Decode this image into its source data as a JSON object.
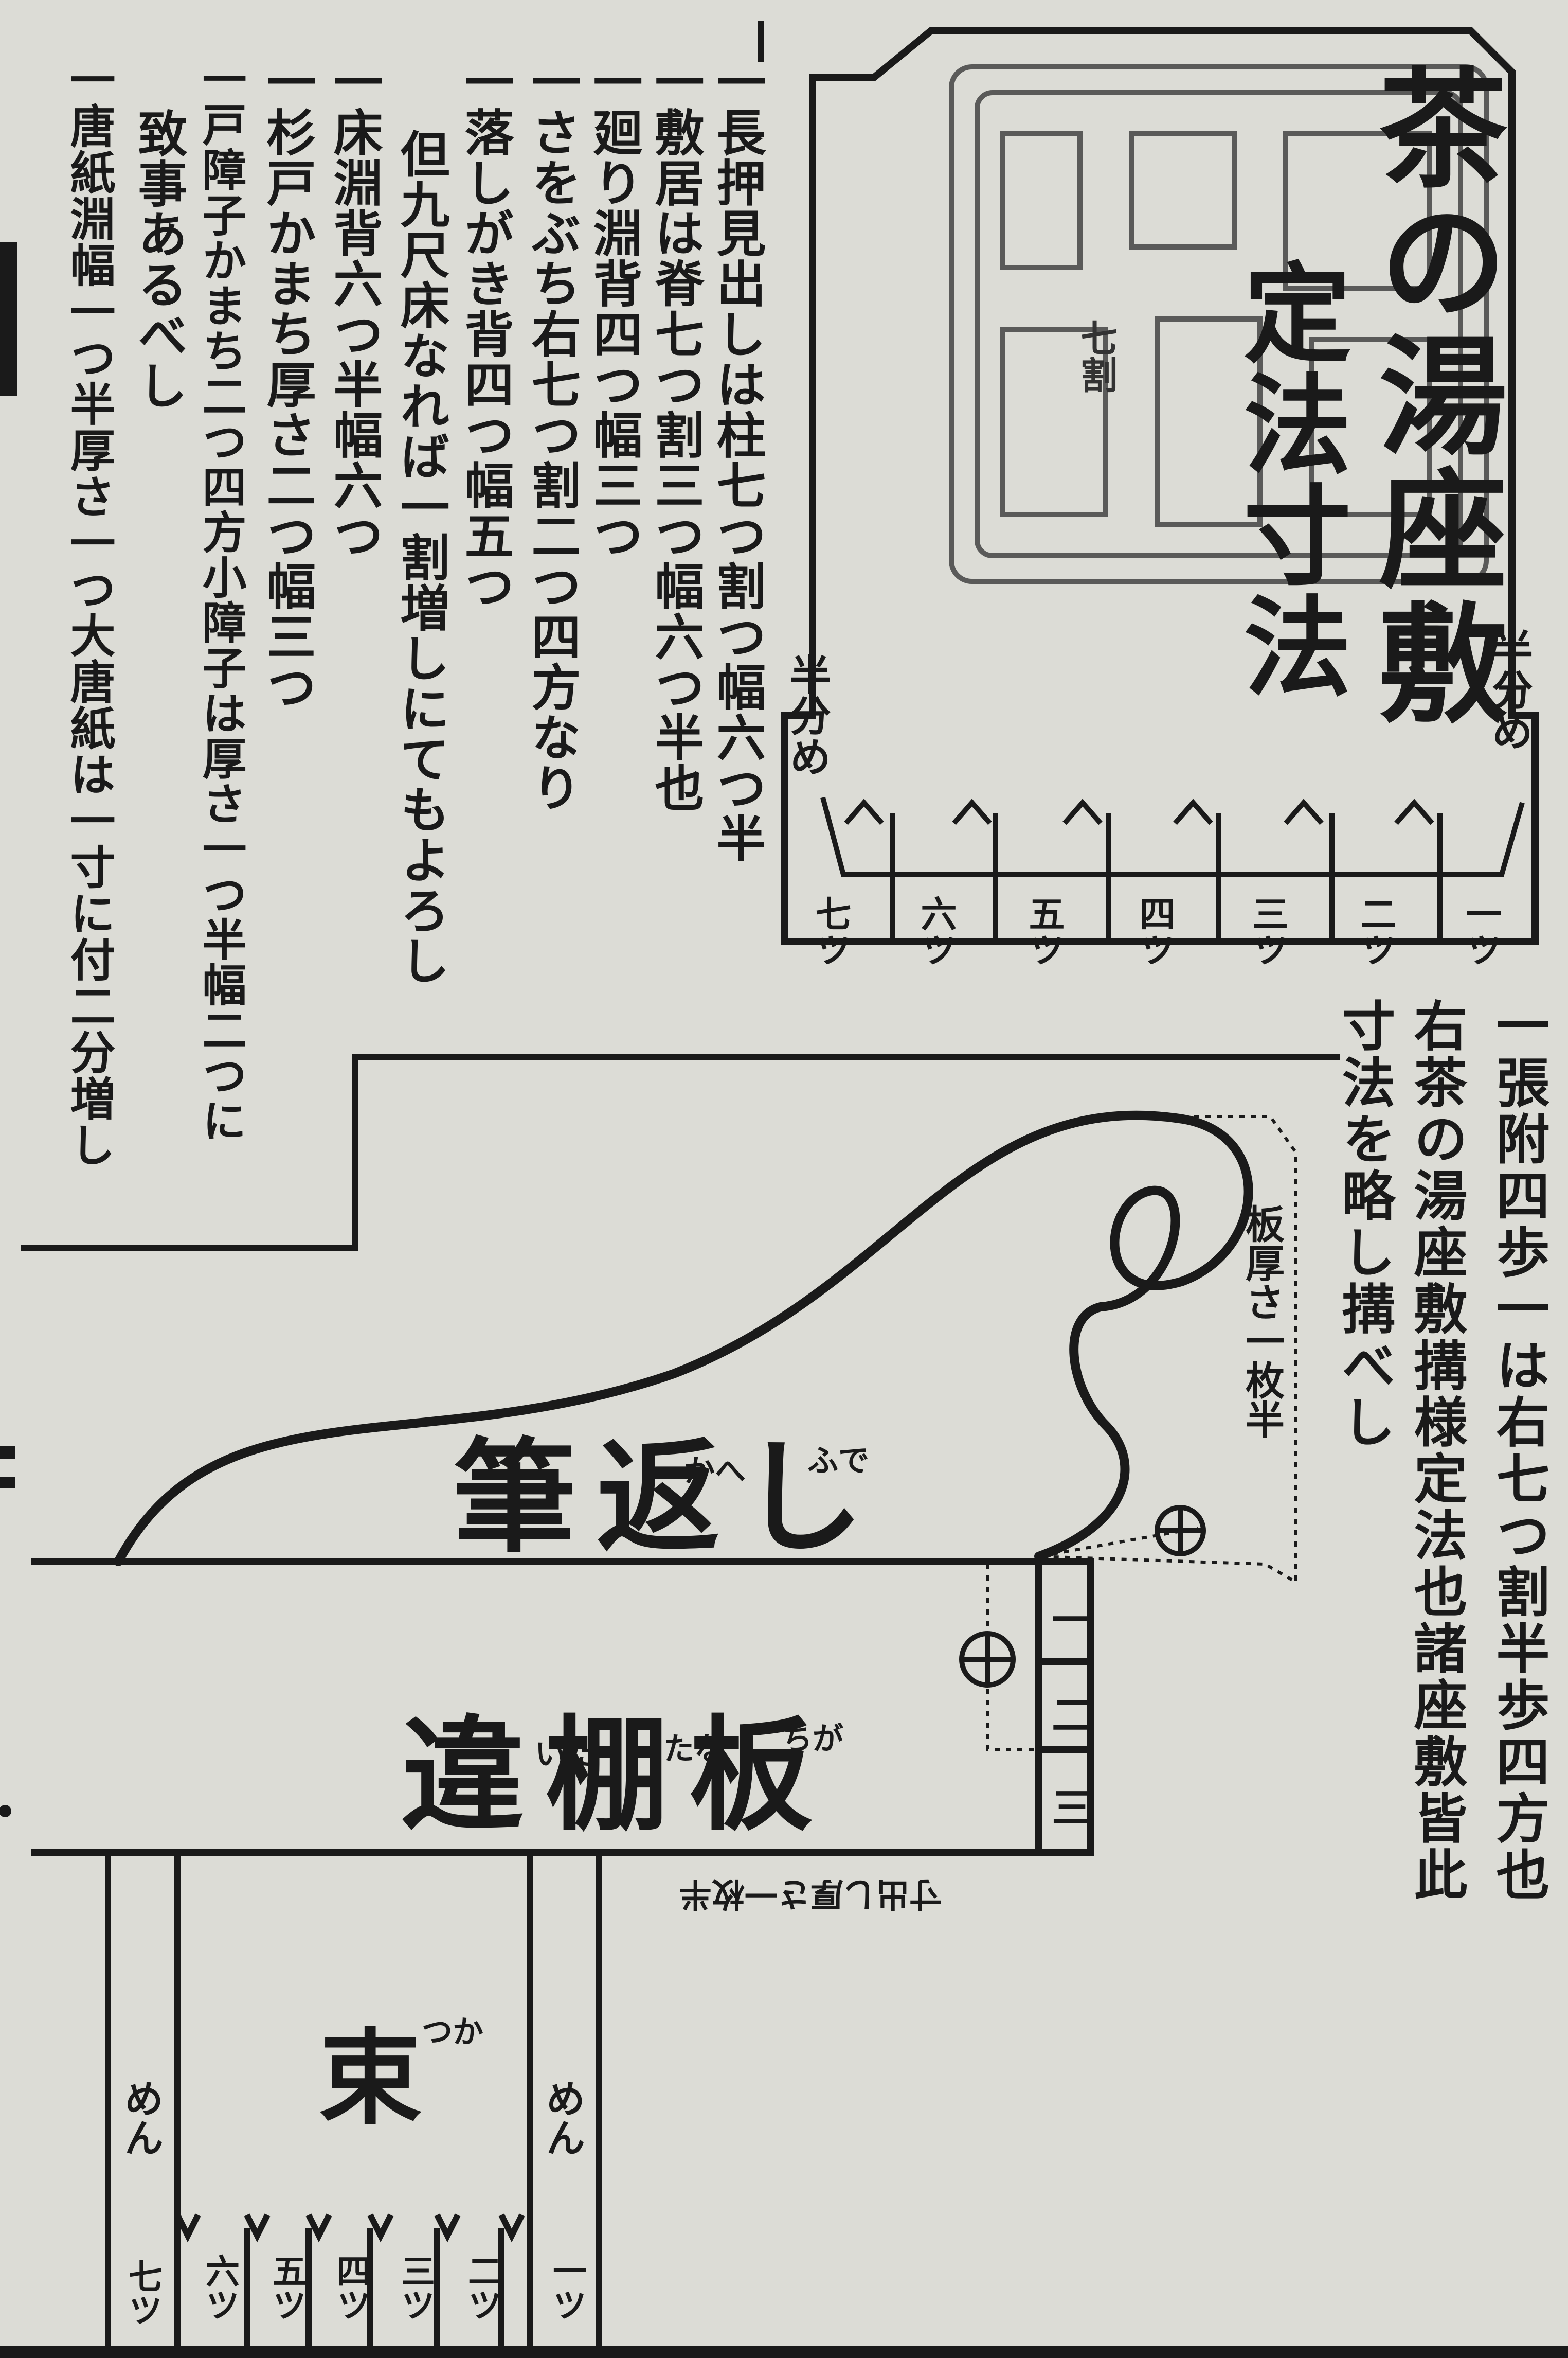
{
  "provisions": [
    {
      "mark": "一",
      "text": "長押見出しは柱七つ割つ幅六つ半"
    },
    {
      "mark": "一",
      "text": "敷居は脊七つ割三つ幅六つ半也"
    },
    {
      "mark": "一",
      "text": "廻り淵背四つ幅三つ"
    },
    {
      "mark": "一",
      "text": "さをぶち右七つ割二つ四方なり"
    },
    {
      "mark": "一",
      "text": "落しがき背四つ幅五つ"
    },
    {
      "mark": "",
      "text": "但九尺床なれば一割増しにてもよろし"
    },
    {
      "mark": "一",
      "text": "床淵背六つ半幅六つ"
    },
    {
      "mark": "一",
      "text": "杉戸かまち厚さ二つ幅三つ"
    },
    {
      "mark": "一",
      "text": "戸障子かまち二つ四方小障子は厚さ一つ半幅二つに"
    },
    {
      "mark": "",
      "text": "致事あるべし"
    },
    {
      "mark": "一",
      "text": "唐紙淵幅一つ半厚さ一つ大唐紙は一寸に付二分増し"
    }
  ],
  "title_box": {
    "main": "茶の湯座敷",
    "sub": "定法寸法",
    "seal_text": "七割",
    "half_left": "半分め",
    "half_right": "半分め",
    "ruler_units": [
      "一ツ",
      "二ツ",
      "三ツ",
      "四ツ",
      "五ツ",
      "六ツ",
      "七ツ"
    ]
  },
  "side_notes": [
    {
      "mark": "一",
      "text": "張附四歩一は右七つ割半歩四方也"
    },
    {
      "mark": "",
      "text": "右茶の湯座敷搆様定法也諸座敷皆此"
    },
    {
      "mark": "",
      "text": "寸法を略し搆べし"
    }
  ],
  "fudegaeshi": {
    "label": "筆返し",
    "furigana": [
      "ふで",
      "かへ"
    ],
    "thickness_note": "板厚さ一枚半"
  },
  "chigaidana": {
    "label": "違棚板",
    "furigana": [
      "ちが",
      "たな",
      "いた"
    ],
    "step_numbers": [
      "一",
      "二",
      "三"
    ],
    "note": "寸出し厚さ一枚半"
  },
  "tsuka": {
    "label": "束",
    "furigana": "つか",
    "men_left": "めん",
    "men_right": "めん",
    "units": [
      "一ツ",
      "二ツ",
      "三ツ",
      "四ツ",
      "五ツ",
      "六ツ",
      "七ツ"
    ]
  }
}
